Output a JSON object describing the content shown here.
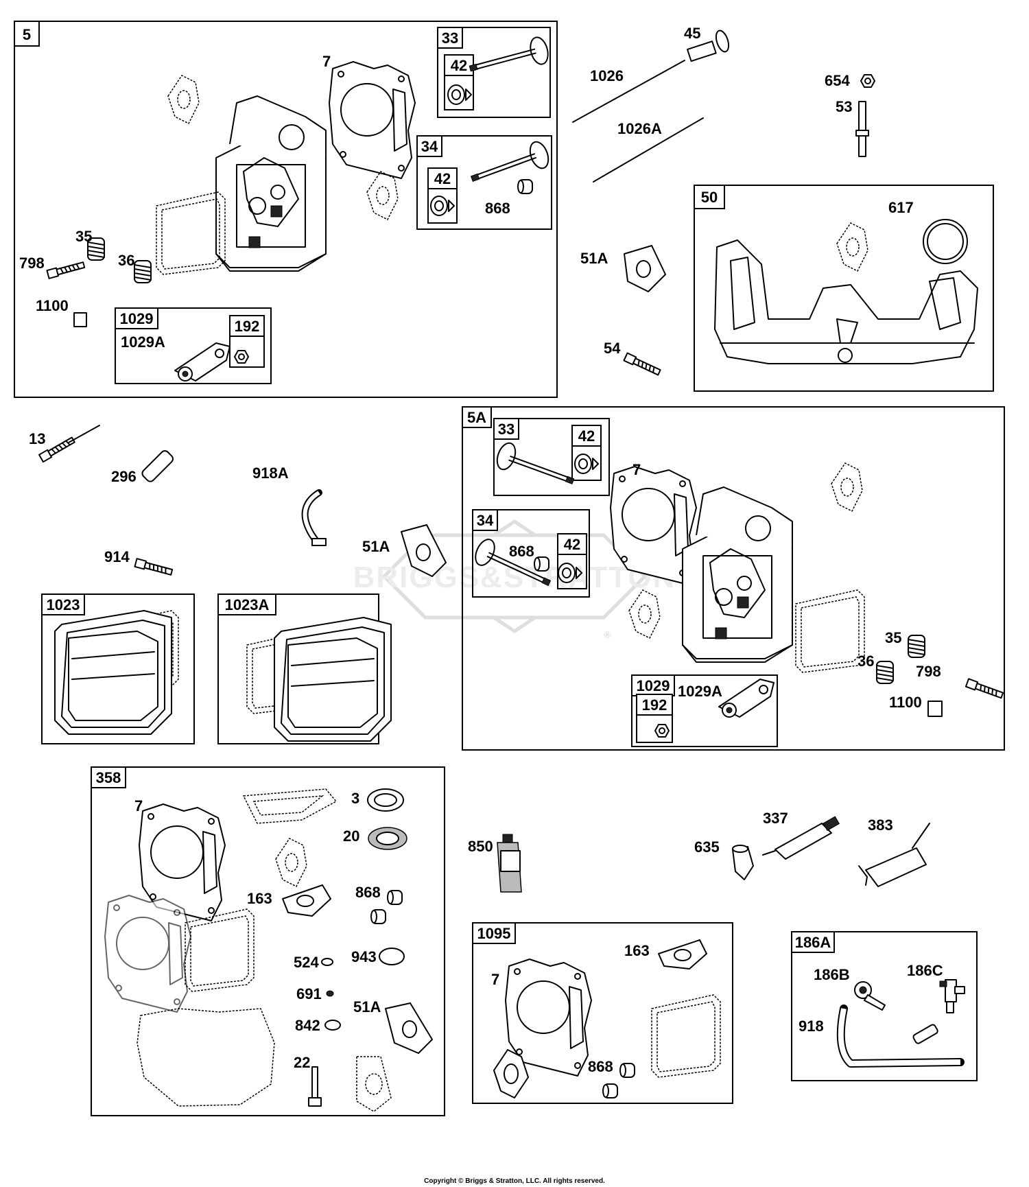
{
  "watermark": {
    "text": "BRIGGS&STRATTON",
    "mark": "®"
  },
  "copyright": "Copyright © Briggs & Stratton, LLC. All rights reserved.",
  "groups": {
    "g5": "5",
    "g5_33": "33",
    "g5_33_42": "42",
    "g5_34": "34",
    "g5_34_42": "42",
    "g5_1029": "1029",
    "g5_1029_192": "192",
    "g50": "50",
    "g5a": "5A",
    "g5a_33": "33",
    "g5a_33_42": "42",
    "g5a_34": "34",
    "g5a_34_42": "42",
    "g5a_1029": "1029",
    "g5a_1029_192": "192",
    "g1023": "1023",
    "g1023a": "1023A",
    "g358": "358",
    "g1095": "1095",
    "g186a": "186A"
  },
  "parts": {
    "p7": "7",
    "p798": "798",
    "p35": "35",
    "p36": "36",
    "p1100": "1100",
    "p1029a": "1029A",
    "p868": "868",
    "p45": "45",
    "p1026": "1026",
    "p1026a": "1026A",
    "p654": "654",
    "p53": "53",
    "p617": "617",
    "p51a": "51A",
    "p54": "54",
    "p13": "13",
    "p296": "296",
    "p918a": "918A",
    "p914": "914",
    "p3": "3",
    "p20": "20",
    "p163": "163",
    "p524": "524",
    "p943": "943",
    "p691": "691",
    "p842": "842",
    "p22": "22",
    "p850": "850",
    "p635": "635",
    "p337": "337",
    "p383": "383",
    "p186b": "186B",
    "p186c": "186C",
    "p918": "918"
  }
}
